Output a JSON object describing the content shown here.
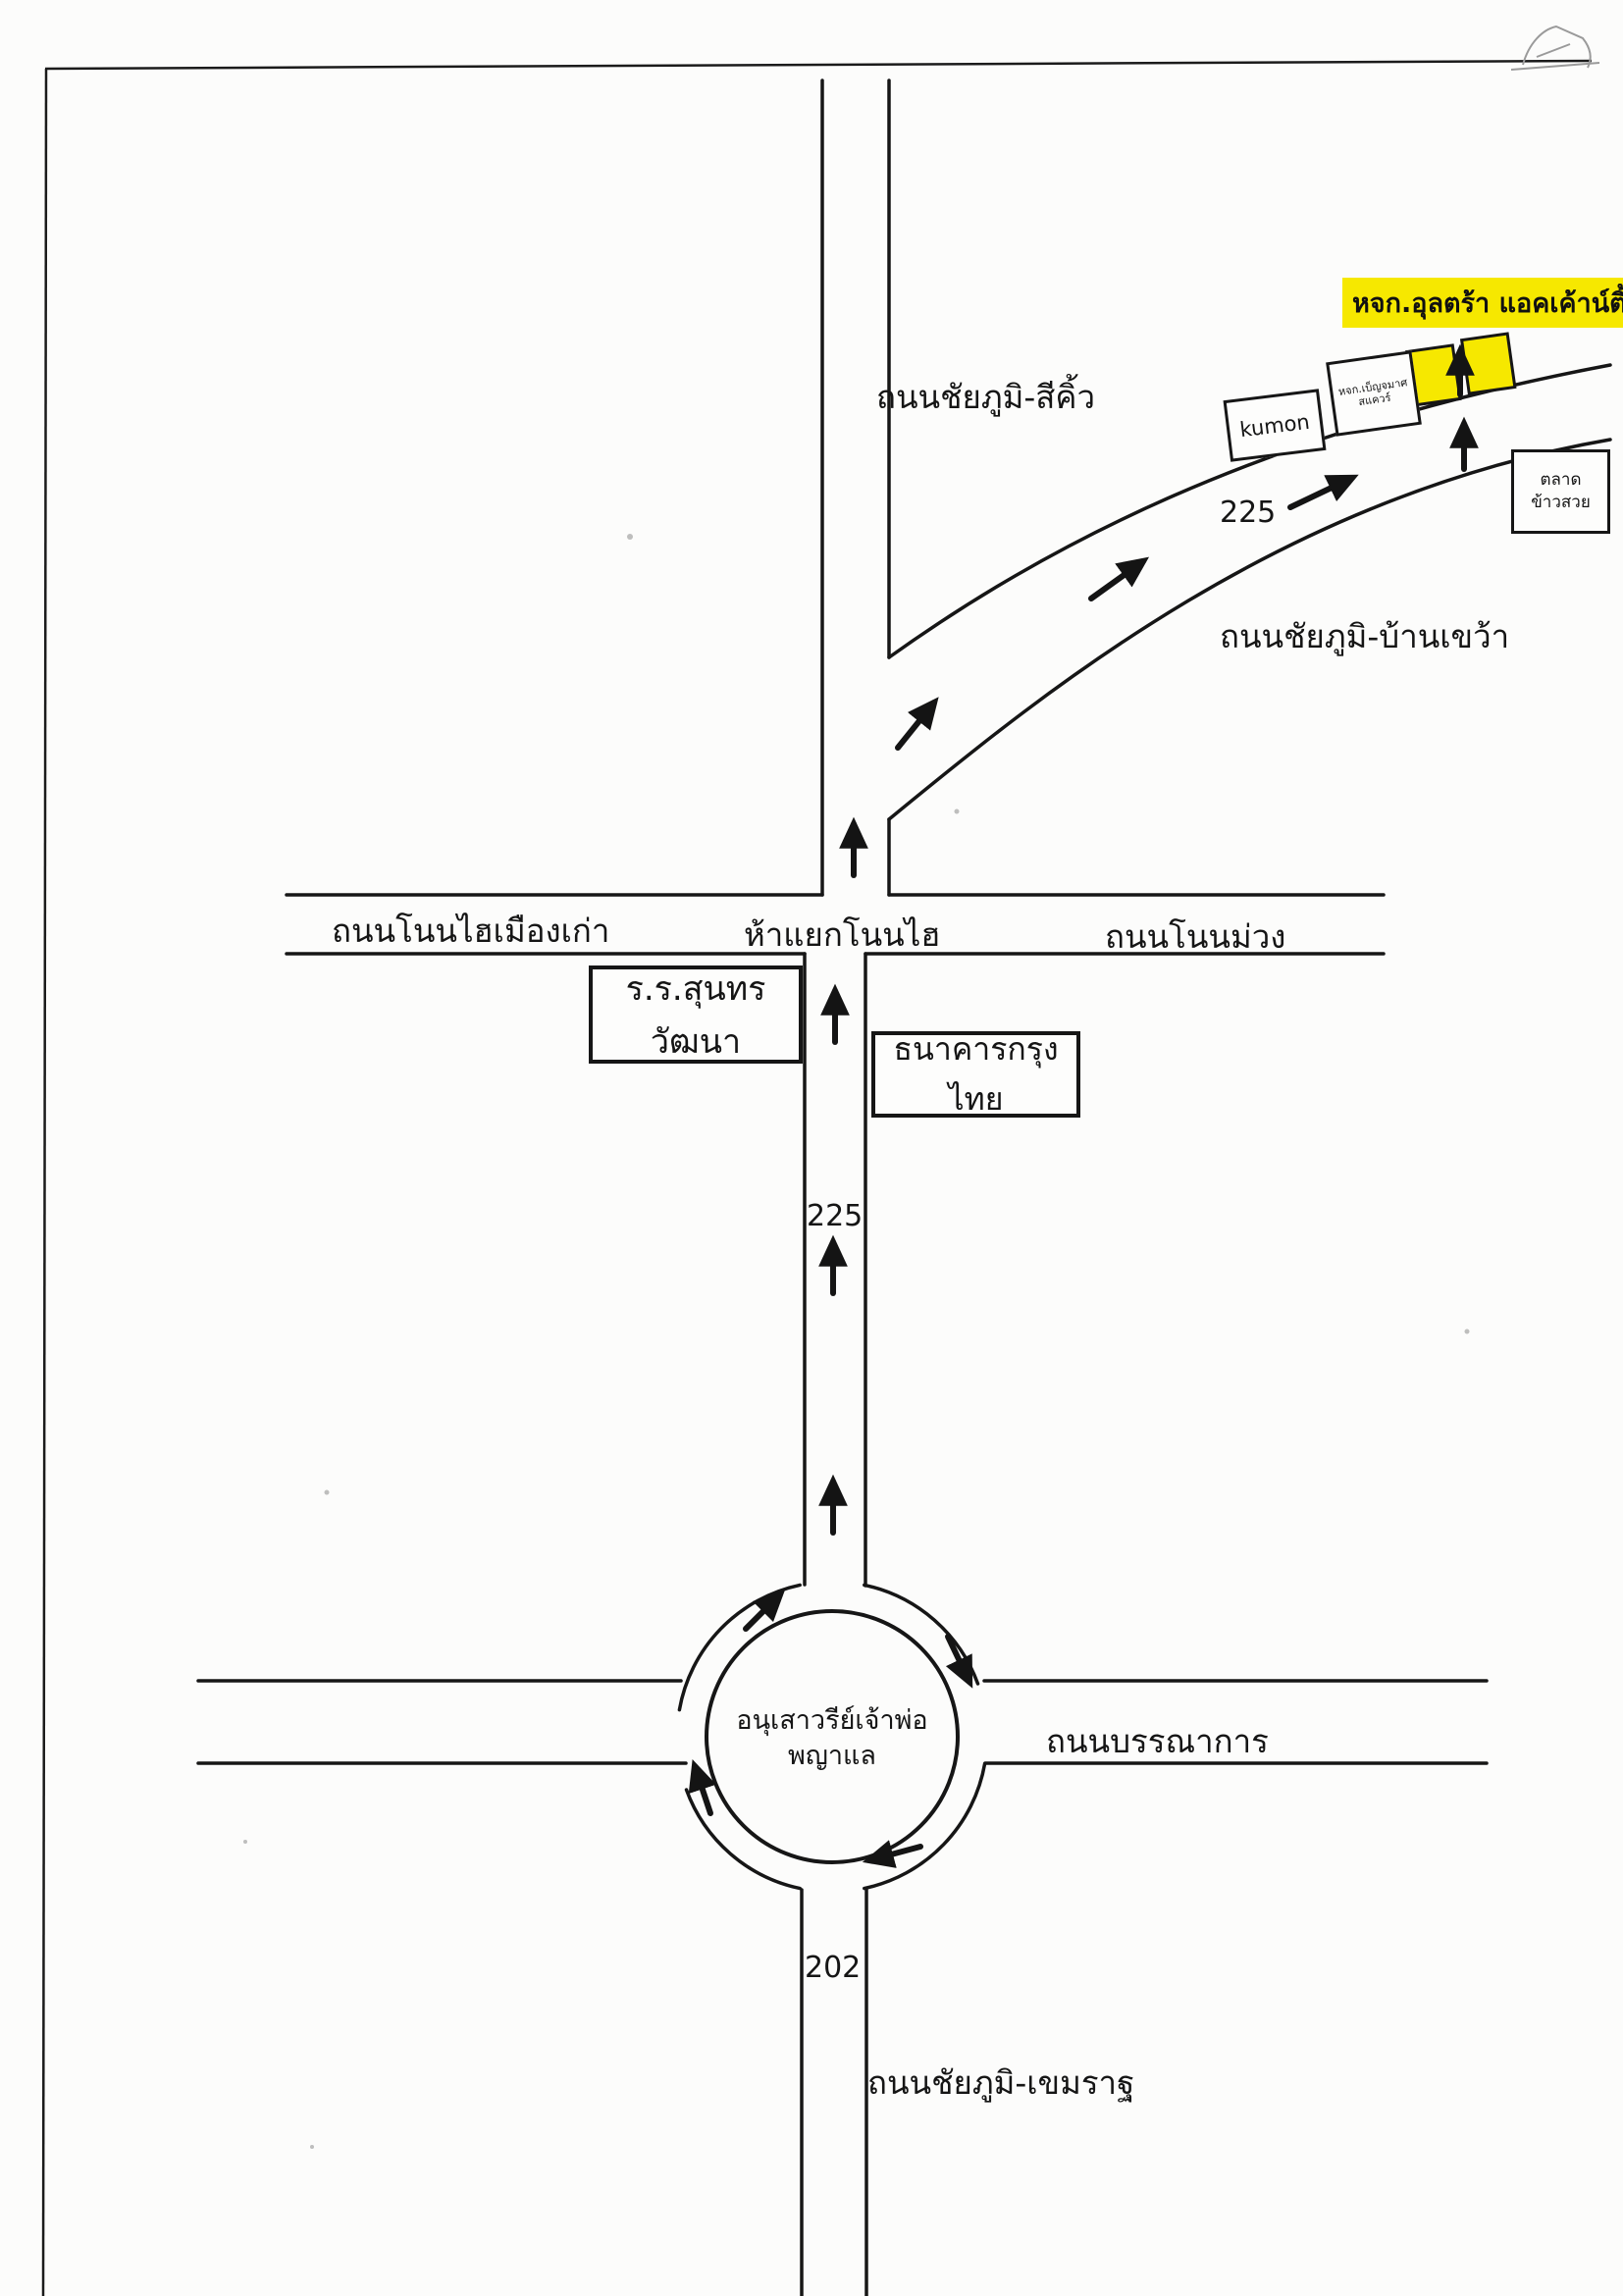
{
  "destination": {
    "name": "หจก.อุลตร้า แอคเค้าน์ติ้ง"
  },
  "labels": {
    "road_sikhio": "ถนนชัยภูมิ-สีคิ้ว",
    "road_bankhwao": "ถนนชัยภูมิ-บ้านเขว้า",
    "road_nonhai_muangkao": "ถนนโนนไฮเมืองเก่า",
    "junction_nonhai": "ห้าแยกโนนไฮ",
    "road_nonmuang": "ถนนโนนม่วง",
    "road_bannakan": "ถนนบรรณาการ",
    "road_khemarat": "ถนนชัยภูมิ-เขมราฐ",
    "route_225_curve": "225",
    "route_225_south": "225",
    "route_202": "202"
  },
  "buildings": {
    "kumon": "kumon",
    "shop": "หจก.เบ็ญจมาศ สแควร์",
    "market_line1": "ตลาด",
    "market_line2": "ข้าวสวย",
    "school": "ร.ร.สุนทรวัฒนา",
    "bank": "ธนาคารกรุงไทย"
  },
  "roundabout": {
    "line1": "อนุเสาวรีย์เจ้าพ่อ",
    "line2": "พญาแล"
  },
  "colors": {
    "ink": "#161616",
    "highlight": "#f6e800"
  }
}
